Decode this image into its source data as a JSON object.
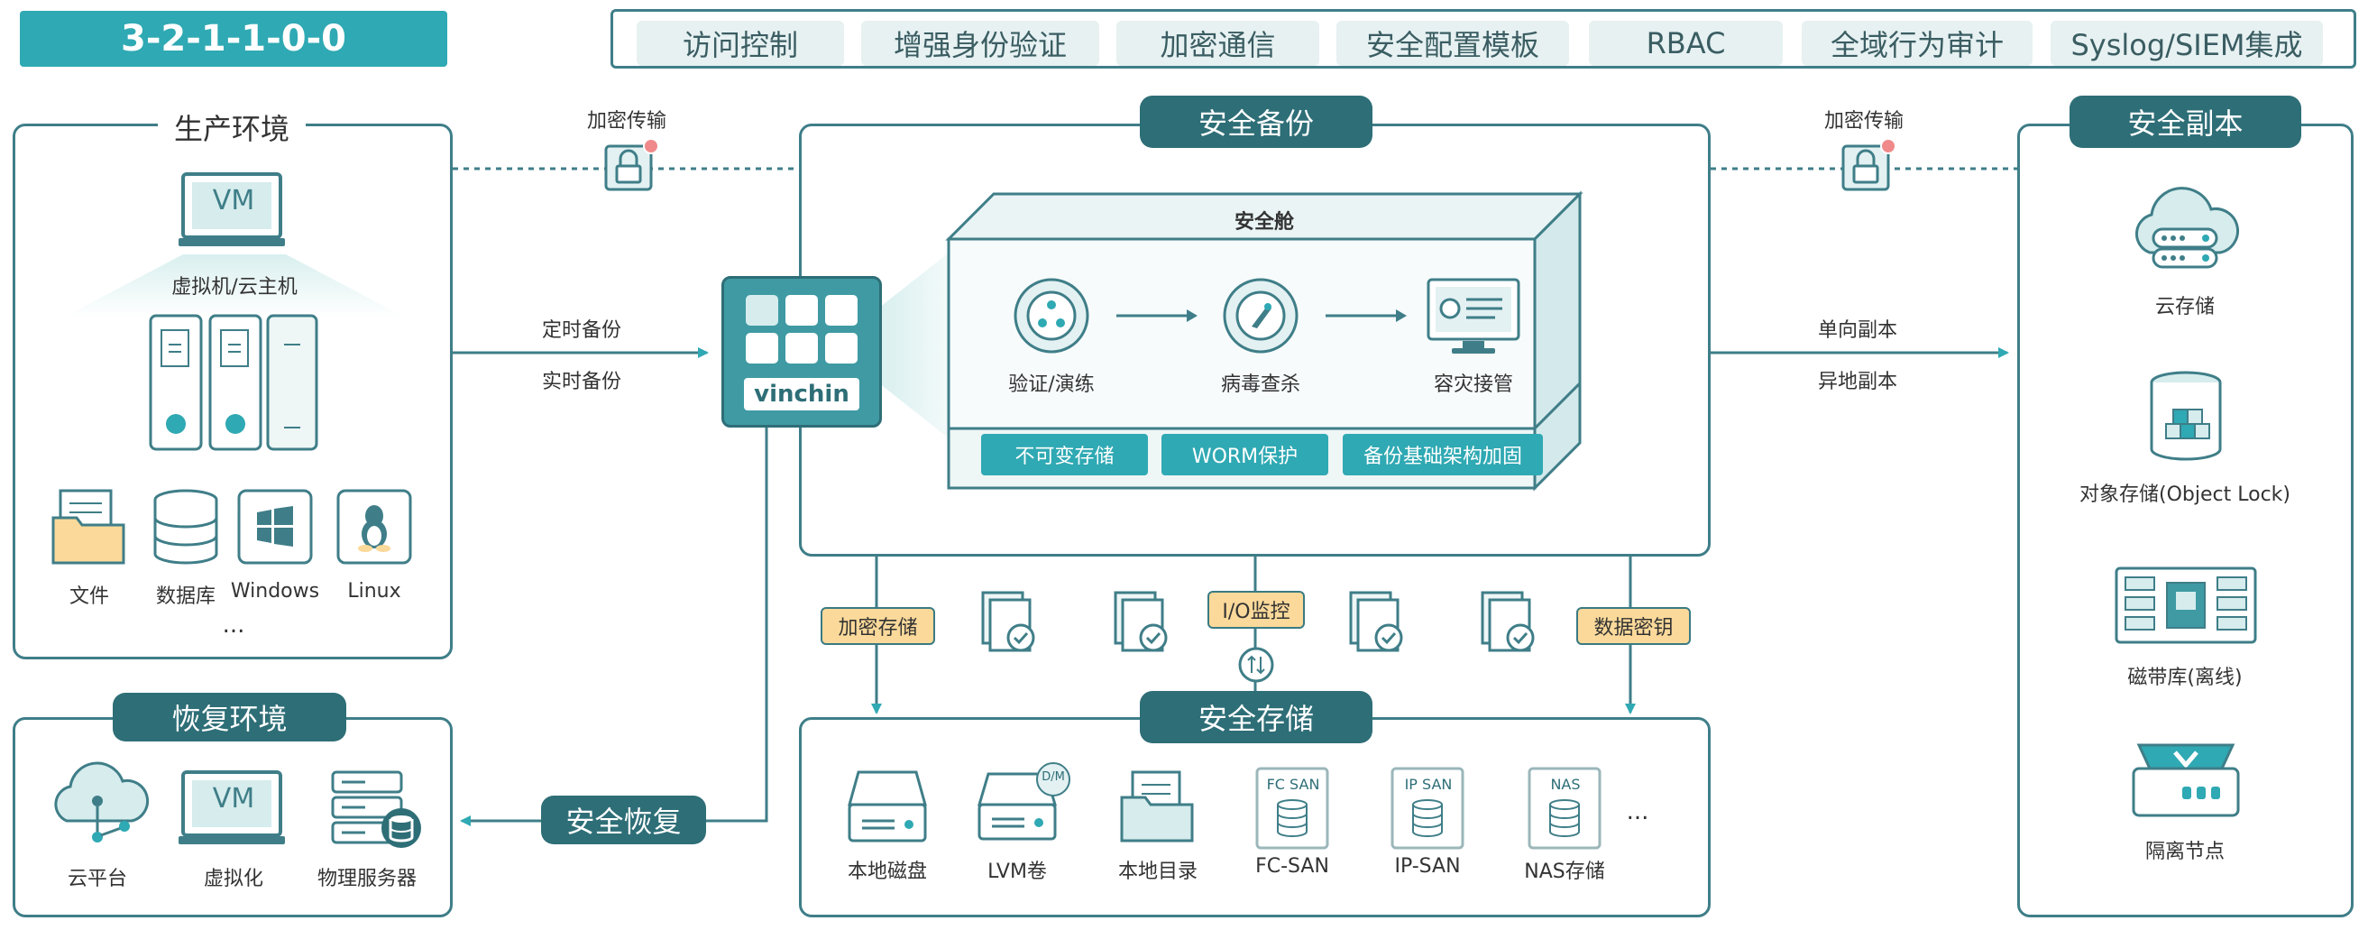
{
  "header": {
    "strategy_title": "3-2-1-1-0-0",
    "features": [
      "访问控制",
      "增强身份验证",
      "加密通信",
      "安全配置模板",
      "RBAC",
      "全域行为审计",
      "Syslog/SIEM集成"
    ]
  },
  "production": {
    "title": "生产环境",
    "vm_text": "VM",
    "vm_label": "虚拟机/云主机",
    "items": [
      "文件",
      "数据库",
      "Windows",
      "Linux"
    ],
    "more": "..."
  },
  "recovery": {
    "title": "恢复环境",
    "vm_text": "VM",
    "items": [
      "云平台",
      "虚拟化",
      "物理服务器"
    ]
  },
  "links": {
    "encrypted_transfer_left": "加密传输",
    "encrypted_transfer_right": "加密传输",
    "scheduled_backup": "定时备份",
    "realtime_backup": "实时备份",
    "one_way_copy": "单向副本",
    "offsite_copy": "异地副本",
    "secure_restore": "安全恢复"
  },
  "appliance": {
    "brand": "vinchin"
  },
  "secure_backup": {
    "title": "安全备份",
    "vault_title": "安全舱",
    "steps": [
      "验证/演练",
      "病毒查杀",
      "容灾接管"
    ],
    "buttons": [
      "不可变存储",
      "WORM保护",
      "备份基础架构加固"
    ]
  },
  "middle": {
    "encrypted_storage": "加密存储",
    "io_monitor": "I/O监控",
    "data_key": "数据密钥"
  },
  "secure_storage": {
    "title": "安全存储",
    "items": [
      "本地磁盘",
      "LVM卷",
      "本地目录",
      "FC-SAN",
      "IP-SAN",
      "NAS存储"
    ],
    "lvm_badge": "D/M",
    "fc_text": "FC SAN",
    "ip_text": "IP SAN",
    "nas_text": "NAS",
    "more": "..."
  },
  "secure_copy": {
    "title": "安全副本",
    "items": [
      "云存储",
      "对象存储(Object Lock)",
      "磁带库(离线)",
      "隔离节点"
    ]
  },
  "colors": {
    "teal_dark": "#2e6e77",
    "teal": "#2fa9b3",
    "amber": "#fbd99a",
    "border": "#3f7e88"
  }
}
